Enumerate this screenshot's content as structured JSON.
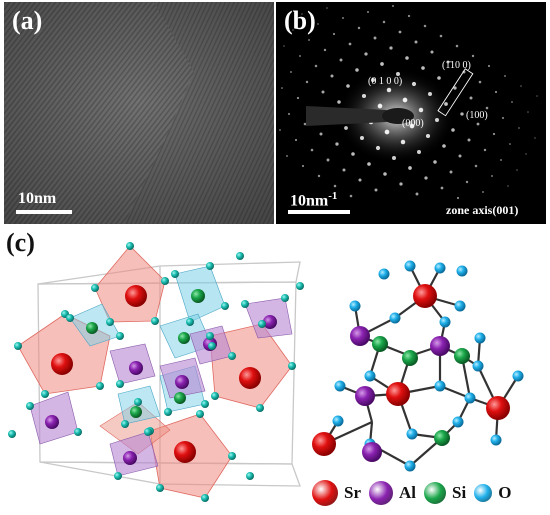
{
  "panel_a": {
    "label": "(a)",
    "scale_text": "10nm"
  },
  "panel_b": {
    "label": "(b)",
    "scale_text": "10nm",
    "scale_sup": "-1",
    "zone_axis": "zone axis(001)",
    "spots": {
      "s0100": "(0 1 0 0)",
      "s1100": "(1̄10 0)",
      "s000": "(000)",
      "s100": "(100)"
    }
  },
  "panel_c": {
    "label": "(c)"
  },
  "legend": [
    {
      "label": "Sr",
      "color": "#e01010",
      "size": 26
    },
    {
      "label": "Al",
      "color": "#8a22b0",
      "size": 24
    },
    {
      "label": "Si",
      "color": "#1aa64a",
      "size": 22
    },
    {
      "label": "O",
      "color": "#1fb0ea",
      "size": 18
    }
  ]
}
